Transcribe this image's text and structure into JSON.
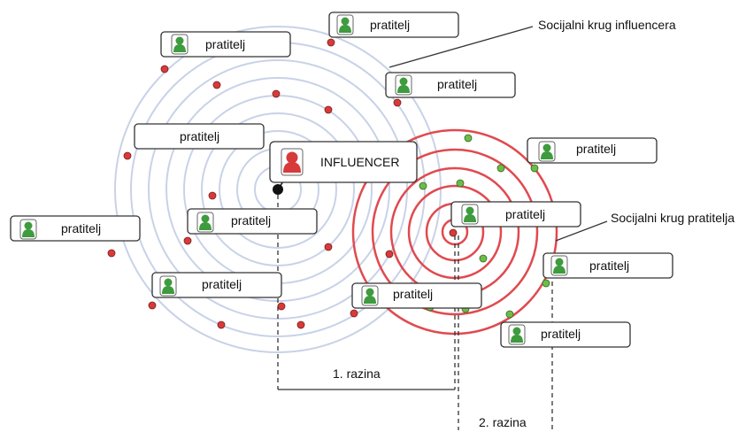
{
  "influencer": {
    "label": "INFLUENCER"
  },
  "follower_label": "pratitelj",
  "callouts": {
    "influencer_circle": "Socijalni krug influencera",
    "follower_circle": "Socijalni krug pratitelja"
  },
  "levels": {
    "level1": "1. razina",
    "level2": "2. razina"
  },
  "colors": {
    "influencer_rings": "#c8d2e8",
    "follower_rings": "#e04a4f",
    "influencer_dot": "#d83a3a",
    "follower_dot": "#6ebb4a",
    "person_green": "#3e9b3e",
    "person_red": "#d63a3a"
  }
}
